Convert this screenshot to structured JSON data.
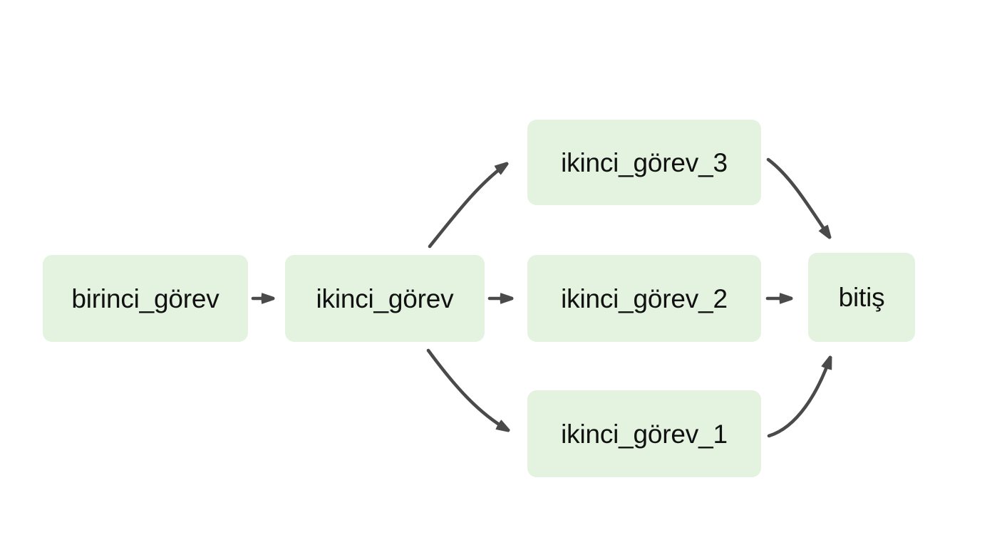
{
  "diagram": {
    "type": "flowchart",
    "orientation": "left-to-right",
    "background_color": "#ffffff",
    "node_fill_color": "#e3f3e0",
    "node_text_color": "#111111",
    "edge_color": "#4a4a4a",
    "nodes": [
      {
        "id": "birinci_gorev",
        "label": "birinci_görev"
      },
      {
        "id": "ikinci_gorev",
        "label": "ikinci_görev"
      },
      {
        "id": "ikinci_gorev_3",
        "label": "ikinci_görev_3"
      },
      {
        "id": "ikinci_gorev_2",
        "label": "ikinci_görev_2"
      },
      {
        "id": "ikinci_gorev_1",
        "label": "ikinci_görev_1"
      },
      {
        "id": "bitis",
        "label": "bitiş"
      }
    ],
    "edges": [
      {
        "from": "birinci_gorev",
        "to": "ikinci_gorev",
        "shape": "straight"
      },
      {
        "from": "ikinci_gorev",
        "to": "ikinci_gorev_3",
        "shape": "curved-up"
      },
      {
        "from": "ikinci_gorev",
        "to": "ikinci_gorev_2",
        "shape": "straight"
      },
      {
        "from": "ikinci_gorev",
        "to": "ikinci_gorev_1",
        "shape": "curved-down"
      },
      {
        "from": "ikinci_gorev_3",
        "to": "bitis",
        "shape": "curved-down"
      },
      {
        "from": "ikinci_gorev_2",
        "to": "bitis",
        "shape": "straight"
      },
      {
        "from": "ikinci_gorev_1",
        "to": "bitis",
        "shape": "curved-up"
      }
    ]
  }
}
